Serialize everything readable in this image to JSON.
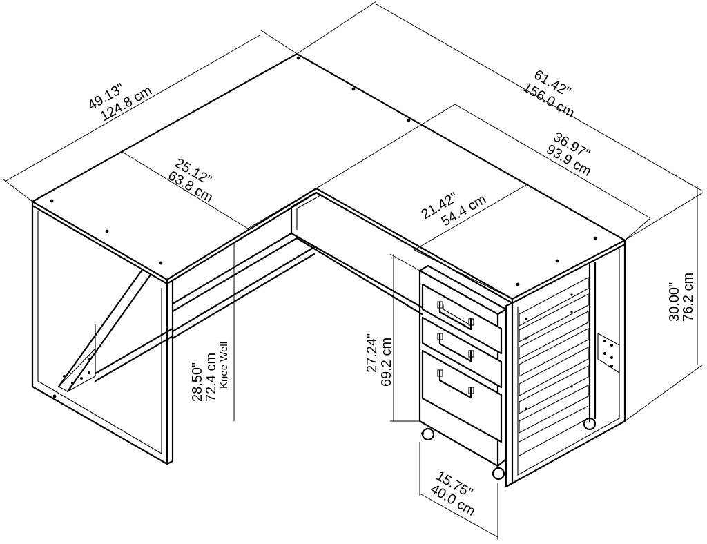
{
  "dimensions": {
    "total_width": {
      "imperial": "61.42\"",
      "metric": "156.0 cm"
    },
    "return_depth": {
      "imperial": "49.13\"",
      "metric": "124.8 cm"
    },
    "desk_surface_width": {
      "imperial": "36.97\"",
      "metric": "93.9 cm"
    },
    "desk_depth": {
      "imperial": "25.12\"",
      "metric": "63.8 cm"
    },
    "pedestal_depth": {
      "imperial": "21.42\"",
      "metric": "54.4 cm"
    },
    "total_height": {
      "imperial": "30.00\"",
      "metric": "76.2 cm"
    },
    "knee_well": {
      "imperial": "28.50\"",
      "metric": "72.4 cm",
      "label": "Knee Well"
    },
    "pedestal_height": {
      "imperial": "27.24\"",
      "metric": "69.2 cm"
    },
    "pedestal_width": {
      "imperial": "15.75\"",
      "metric": "40.0 cm"
    }
  }
}
